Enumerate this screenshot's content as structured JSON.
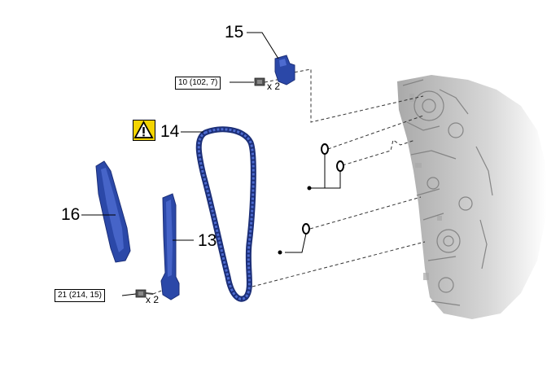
{
  "callouts": {
    "part15": "15",
    "part14": "14",
    "part16": "16",
    "part13": "13"
  },
  "torque": {
    "upper": "10 (102, 7)",
    "lower": "21 (214, 15)"
  },
  "quantity": {
    "upper": "x 2",
    "lower": "x 2"
  },
  "icons": {
    "warning": "caution-triangle-icon",
    "bolt": "bolt-icon",
    "o_ring": "o-ring-icon",
    "dot": "apply-point-dot-icon"
  },
  "colors": {
    "parts_blue": "#2b48a8",
    "parts_dark": "#1c2f78",
    "warning_yellow": "#f3d400",
    "engine_gray": "#c9c9c9"
  }
}
